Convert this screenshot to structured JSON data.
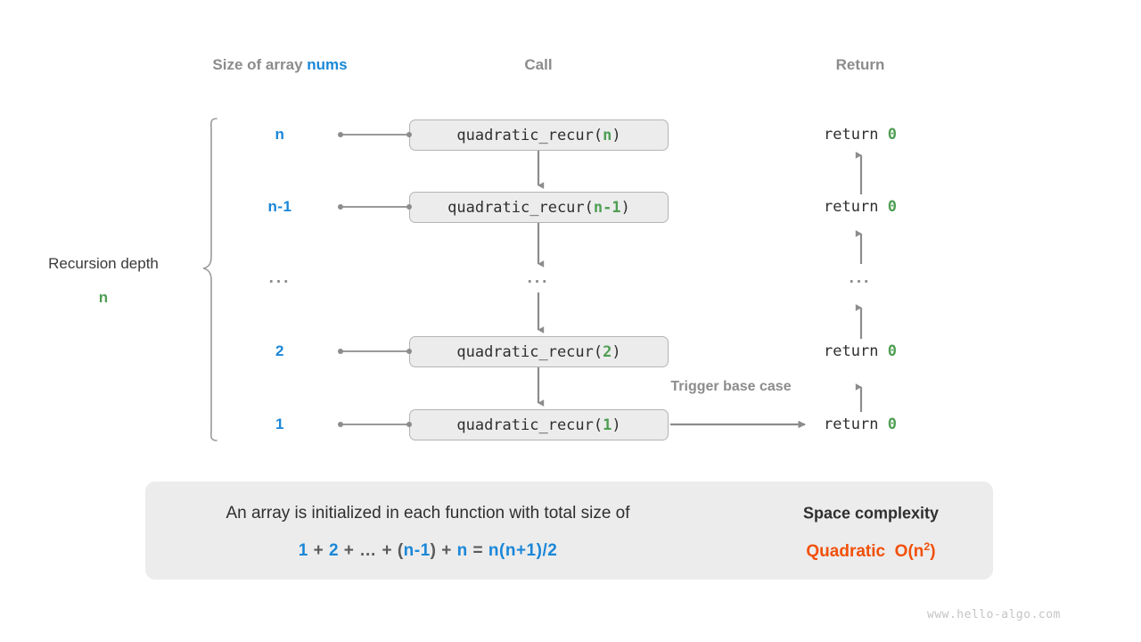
{
  "headers": {
    "size": {
      "prefix": "Size of array ",
      "code": "nums"
    },
    "call": "Call",
    "return": "Return"
  },
  "depth": {
    "title": "Recursion depth",
    "value": "n"
  },
  "rows": [
    {
      "size": "n",
      "call_prefix": "quadratic_recur(",
      "call_arg": "n",
      "call_suffix": ")",
      "return_text": "return ",
      "return_value": "0"
    },
    {
      "size": "n-1",
      "call_prefix": "quadratic_recur(",
      "call_arg": "n-1",
      "call_suffix": ")",
      "return_text": "return ",
      "return_value": "0"
    },
    {
      "size": "...",
      "call_prefix": "...",
      "call_arg": "",
      "call_suffix": "",
      "return_text": "...",
      "return_value": ""
    },
    {
      "size": "2",
      "call_prefix": "quadratic_recur(",
      "call_arg": "2",
      "call_suffix": ")",
      "return_text": "return ",
      "return_value": "0"
    },
    {
      "size": "1",
      "call_prefix": "quadratic_recur(",
      "call_arg": "1",
      "call_suffix": ")",
      "return_text": "return ",
      "return_value": "0"
    }
  ],
  "trigger_note": "Trigger base case",
  "summary": {
    "line1": "An array is initialized in each function with total size of",
    "formula_parts": [
      {
        "t": "1",
        "c": "b"
      },
      {
        "t": " + ",
        "c": "op"
      },
      {
        "t": "2",
        "c": "b"
      },
      {
        "t": " + ",
        "c": "op"
      },
      {
        "t": "…",
        "c": "op"
      },
      {
        "t": " + ",
        "c": "op"
      },
      {
        "t": "(",
        "c": "op"
      },
      {
        "t": "n-1",
        "c": "b"
      },
      {
        "t": ")",
        "c": "op"
      },
      {
        "t": " + ",
        "c": "op"
      },
      {
        "t": "n",
        "c": "b"
      },
      {
        "t": " = ",
        "c": "op"
      },
      {
        "t": "n(n+1)/2",
        "c": "b"
      }
    ],
    "formula_plain": "1 + 2 + … + (n-1) + n = n(n+1)/2",
    "title": "Space complexity",
    "complexity_name": "Quadratic",
    "complexity_big_o": "O(n",
    "complexity_exp": "2",
    "complexity_close": ")"
  },
  "watermark": "www.hello-algo.com",
  "colors": {
    "blue": "#1a87d8",
    "green": "#4f9e53",
    "orange": "#f2500a",
    "gray_text": "#8c8c8c",
    "box_fill": "#ececec",
    "box_border": "#b4b4b4",
    "line": "#8c8c8c"
  }
}
